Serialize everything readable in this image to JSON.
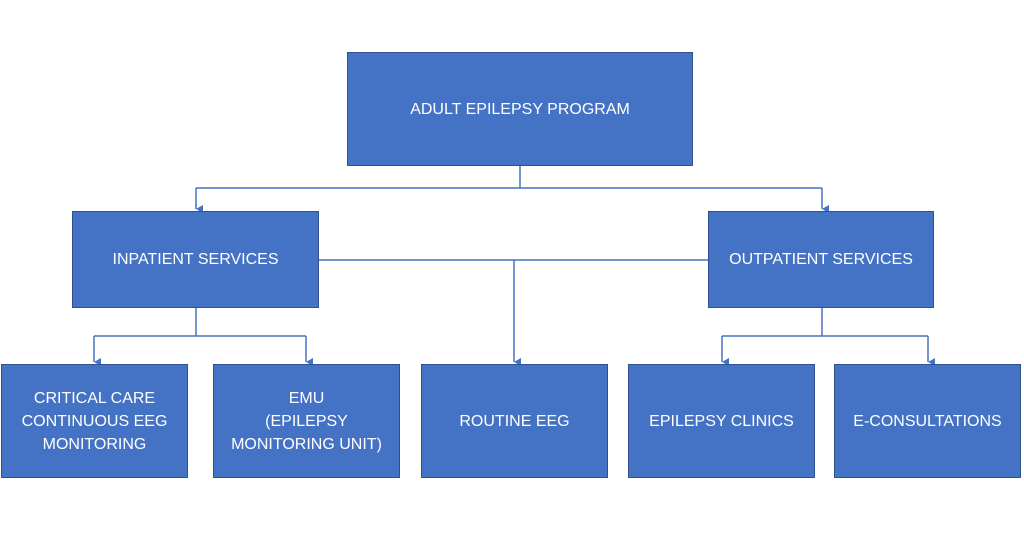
{
  "colors": {
    "box_fill": "#4472c4",
    "box_border": "#2f528f",
    "connector": "#4472c4",
    "text": "#ffffff"
  },
  "diagram": {
    "root": {
      "label": "ADULT EPILEPSY PROGRAM"
    },
    "inpatient": {
      "label": "INPATIENT SERVICES"
    },
    "outpatient": {
      "label": "OUTPATIENT SERVICES"
    },
    "critical_care": {
      "label": "CRITICAL CARE\nCONTINUOUS EEG\nMONITORING"
    },
    "emu": {
      "label": "EMU\n(EPILEPSY\nMONITORING UNIT)"
    },
    "routine_eeg": {
      "label": "ROUTINE EEG"
    },
    "epilepsy_clinics": {
      "label": "EPILEPSY CLINICS"
    },
    "e_consultations": {
      "label": "E-CONSULTATIONS"
    }
  }
}
